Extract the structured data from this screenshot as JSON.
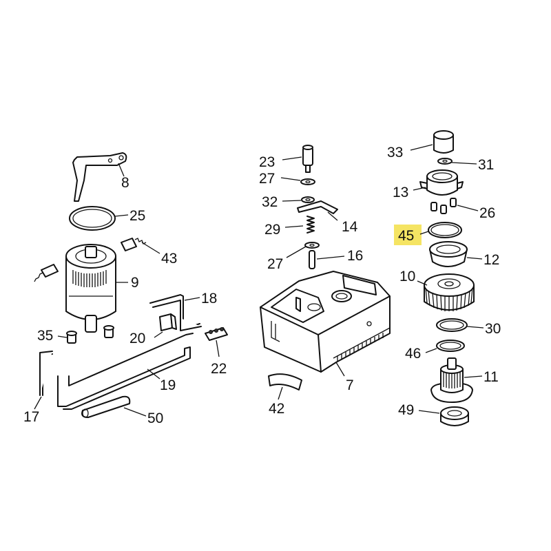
{
  "diagram": {
    "highlight_color": "#f5e463",
    "labels": {
      "p8": "8",
      "p25": "25",
      "p43": "43",
      "p9": "9",
      "p35": "35",
      "p18": "18",
      "p20": "20",
      "p22": "22",
      "p19": "19",
      "p17": "17",
      "p50": "50",
      "p23": "23",
      "p27a": "27",
      "p32": "32",
      "p14": "14",
      "p29": "29",
      "p27b": "27",
      "p16": "16",
      "p7": "7",
      "p42": "42",
      "p33": "33",
      "p31": "31",
      "p13": "13",
      "p26": "26",
      "p45": "45",
      "p12": "12",
      "p10": "10",
      "p30": "30",
      "p46": "46",
      "p11": "11",
      "p49": "49"
    }
  }
}
